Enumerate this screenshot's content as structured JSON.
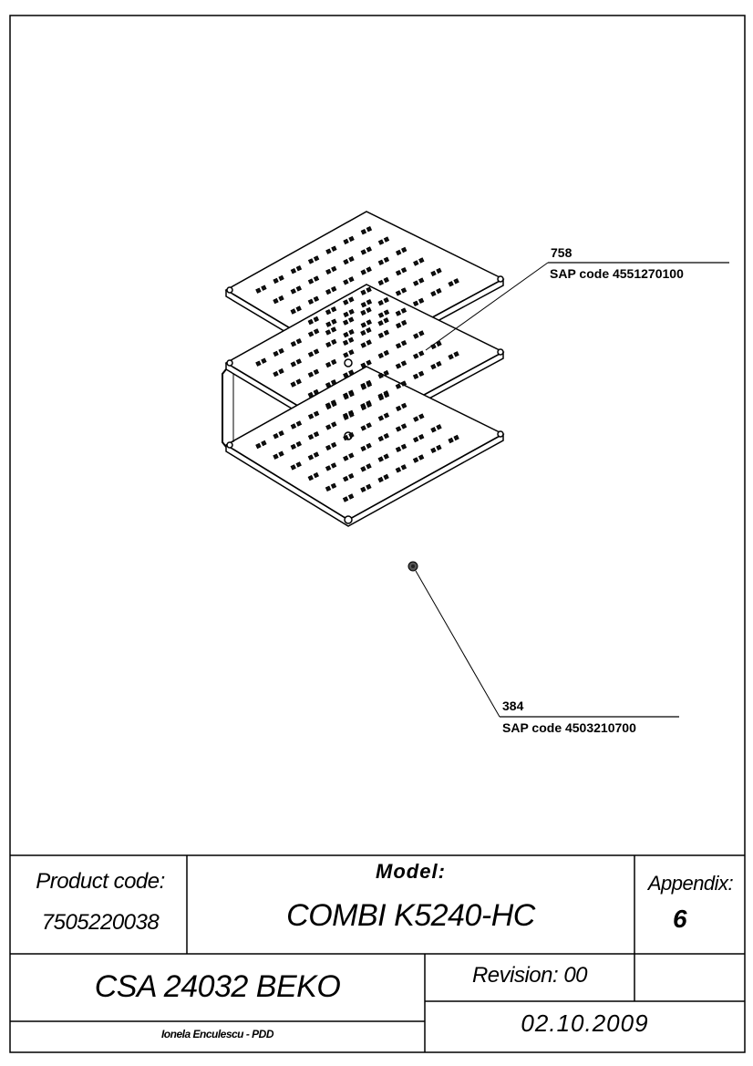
{
  "callouts": [
    {
      "number": "758",
      "sap": "SAP code 4551270100"
    },
    {
      "number": "384",
      "sap": "SAP code 4503210700"
    }
  ],
  "title_block": {
    "product_code_label": "Product code:",
    "product_code": "7505220038",
    "model_label": "Model:",
    "model": "COMBI K5240-HC",
    "appendix_label": "Appendix:",
    "appendix": "6",
    "customer": "CSA 24032 BEKO",
    "revision": "Revision: 00",
    "author": "Ionela Enculescu - PDD",
    "date": "02.10.2009"
  }
}
